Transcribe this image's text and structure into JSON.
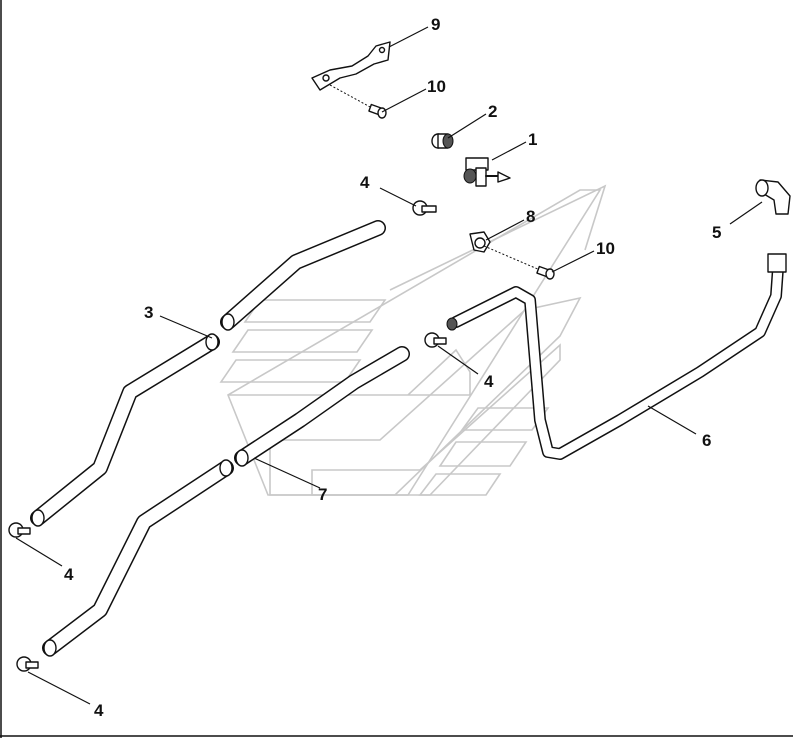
{
  "callouts": [
    {
      "id": "9",
      "label": "9"
    },
    {
      "id": "10a",
      "label": "10"
    },
    {
      "id": "2",
      "label": "2"
    },
    {
      "id": "1",
      "label": "1"
    },
    {
      "id": "4a",
      "label": "4"
    },
    {
      "id": "8",
      "label": "8"
    },
    {
      "id": "10b",
      "label": "10"
    },
    {
      "id": "5",
      "label": "5"
    },
    {
      "id": "3",
      "label": "3"
    },
    {
      "id": "4b",
      "label": "4"
    },
    {
      "id": "6",
      "label": "6"
    },
    {
      "id": "7",
      "label": "7"
    },
    {
      "id": "4c",
      "label": "4"
    },
    {
      "id": "4d",
      "label": "4"
    }
  ],
  "colors": {
    "ink": "#111111",
    "watermark": "#c8c8c8",
    "background": "#ffffff"
  }
}
